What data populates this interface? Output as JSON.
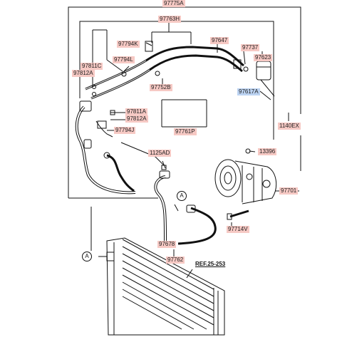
{
  "labels": {
    "p97775A": "97775A",
    "p97763H": "97763H",
    "p97794K": "97794K",
    "p97647": "97647",
    "p97737": "97737",
    "p97623": "97623",
    "p97794L": "97794L",
    "p97811C": "97811C",
    "p97812A_top": "97812A",
    "p97752B": "97752B",
    "p97617A": "97617A",
    "p97811A": "97811A",
    "p97812A_mid": "97812A",
    "p97794J": "97794J",
    "p97761P": "97761P",
    "p1140EX": "1140EX",
    "p1125AD": "1125AD",
    "p13396": "13396",
    "p97701": "97701",
    "p97714V": "97714V",
    "p97678": "97678",
    "p97762": "97762"
  },
  "reference": "REF.25-253",
  "markers": {
    "a_left": "A",
    "a_right": "A"
  }
}
